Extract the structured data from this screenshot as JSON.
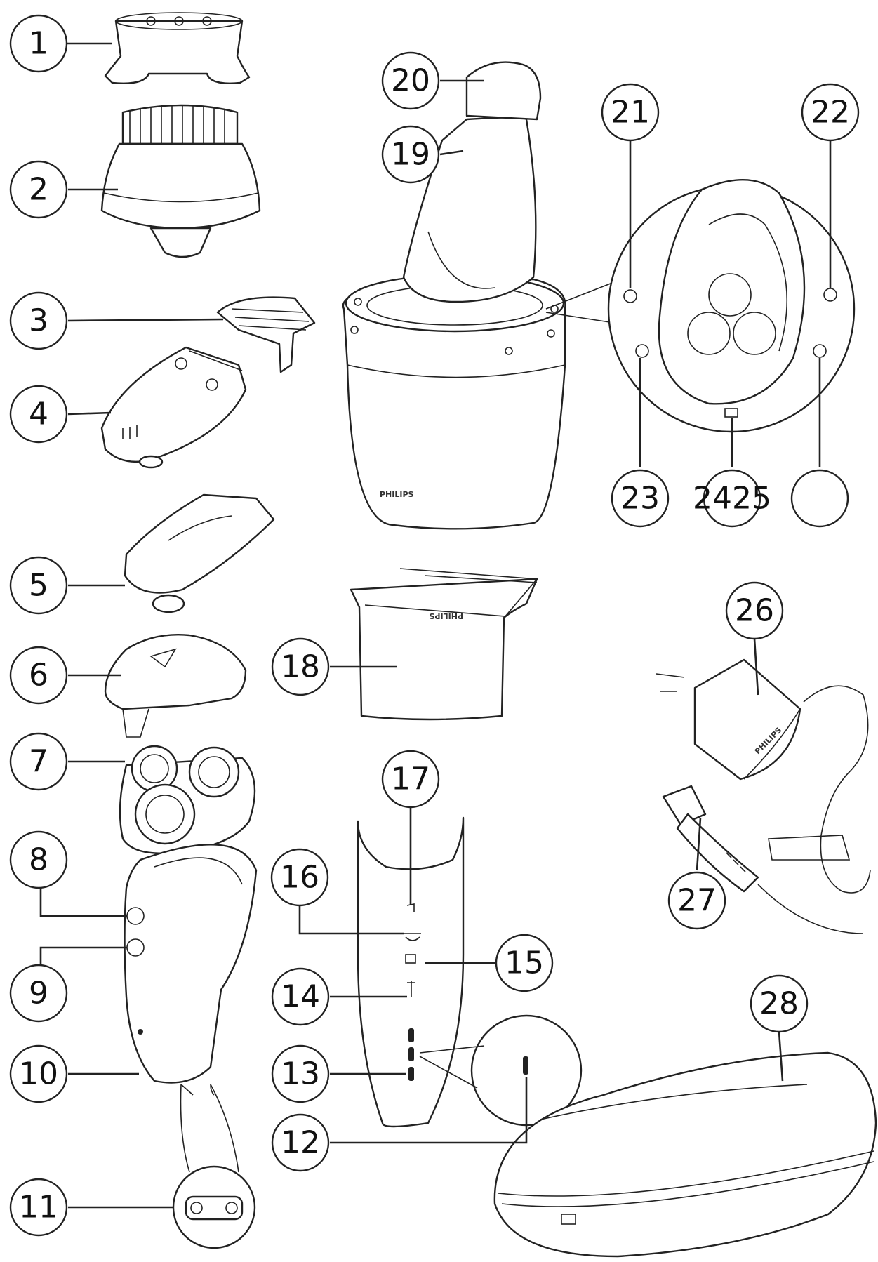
{
  "callouts": [
    {
      "id": "1",
      "label": "1"
    },
    {
      "id": "2",
      "label": "2"
    },
    {
      "id": "3",
      "label": "3"
    },
    {
      "id": "4",
      "label": "4"
    },
    {
      "id": "5",
      "label": "5"
    },
    {
      "id": "6",
      "label": "6"
    },
    {
      "id": "7",
      "label": "7"
    },
    {
      "id": "8",
      "label": "8"
    },
    {
      "id": "9",
      "label": "9"
    },
    {
      "id": "10",
      "label": "10"
    },
    {
      "id": "11",
      "label": "11"
    },
    {
      "id": "12",
      "label": "12"
    },
    {
      "id": "13",
      "label": "13"
    },
    {
      "id": "14",
      "label": "14"
    },
    {
      "id": "15",
      "label": "15"
    },
    {
      "id": "16",
      "label": "16"
    },
    {
      "id": "17",
      "label": "17"
    },
    {
      "id": "18",
      "label": "18"
    },
    {
      "id": "19",
      "label": "19"
    },
    {
      "id": "20",
      "label": "20"
    },
    {
      "id": "21",
      "label": "21"
    },
    {
      "id": "22",
      "label": "22"
    },
    {
      "id": "23",
      "label": "23"
    },
    {
      "id": "24",
      "label": "2425"
    },
    {
      "id": "25",
      "label": ""
    },
    {
      "id": "26",
      "label": "26"
    },
    {
      "id": "27",
      "label": "27"
    },
    {
      "id": "28",
      "label": "28"
    }
  ],
  "brand_labels": {
    "cleaning_unit": "PHILIPS",
    "cartridge": "PHILIPS",
    "adapter": "PHILIPS"
  }
}
